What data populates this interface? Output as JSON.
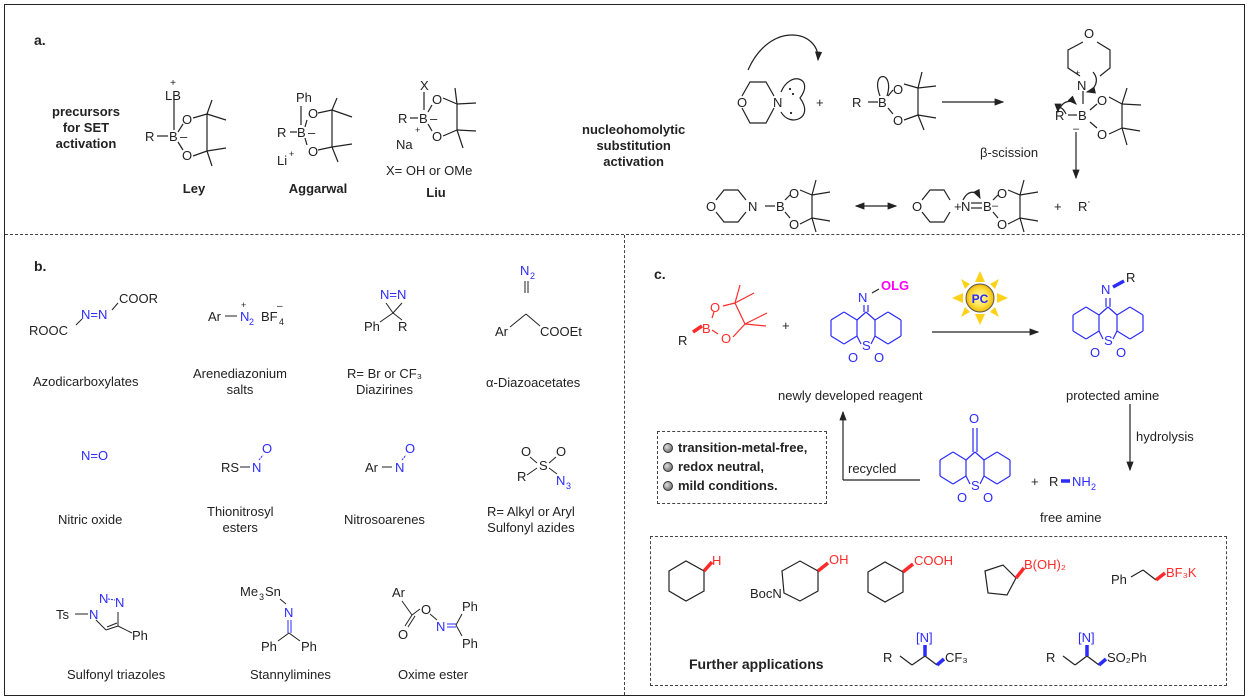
{
  "colors": {
    "ink": "#222222",
    "blue": "#2b2bff",
    "red": "#ff2b2b",
    "magenta": "#ff00ff",
    "sun": "#ffd21a"
  },
  "panel_a": {
    "label": "a.",
    "left_heading": [
      "precursors",
      "for SET",
      "activation"
    ],
    "precursors": [
      {
        "name": "Ley",
        "top": "LB",
        "charge_top": "+",
        "counter": ""
      },
      {
        "name": "Aggarwal",
        "top": "Ph",
        "counter": "Li",
        "counter_charge": "+"
      },
      {
        "name": "Liu",
        "top": "X",
        "counter": "Na",
        "counter_charge": "+",
        "note": "X= OH or OMe"
      }
    ],
    "right_heading": [
      "nucleohomolytic",
      "substitution",
      "activation"
    ],
    "step_label": "β-scission",
    "atoms": {
      "R": "R",
      "B": "B",
      "O": "O",
      "N": "N",
      "plus": "+",
      "minus": "–",
      "radical": "R˙"
    }
  },
  "panel_b": {
    "label": "b.",
    "reagents": [
      {
        "name": "Azodicarboxylates",
        "formula": "ROOC–N=N–COOR"
      },
      {
        "name": "Arenediazonium salts",
        "formula": "Ar–N2+ BF4–"
      },
      {
        "name": "Diazirines",
        "note": "R= Br or CF3"
      },
      {
        "name": "α-Diazoacetates",
        "formula": "Ar–C(=N2)–COOEt"
      },
      {
        "name": "Nitric oxide",
        "formula": "N=O"
      },
      {
        "name": "Thionitrosyl esters",
        "formula": "RS–N=O"
      },
      {
        "name": "Nitrosoarenes",
        "formula": "Ar–N=O"
      },
      {
        "name": "Sulfonyl azides",
        "note": "R= Alkyl or Aryl"
      },
      {
        "name": "Sulfonyl triazoles",
        "formula": "Ts–triazole–Ph"
      },
      {
        "name": "Stannylimines",
        "formula": "Me3Sn–N=CPh2"
      },
      {
        "name": "Oxime ester",
        "formula": "ArC(O)O–N=CPh2"
      }
    ],
    "name_lines": {
      "azo": "Azodicarboxylates",
      "arene1": "Arenediazonium",
      "arene2": "salts",
      "diaz1": "R= Br or CF₃",
      "diaz2": "Diazirines",
      "diazo": "α-Diazoacetates",
      "no": "Nitric oxide",
      "thio1": "Thionitrosyl",
      "thio2": "esters",
      "nitroso": "Nitrosoarenes",
      "sulf1": "R= Alkyl or Aryl",
      "sulf2": "Sulfonyl azides",
      "triaz": "Sulfonyl triazoles",
      "stann": "Stannylimines",
      "oxime": "Oxime ester"
    }
  },
  "panel_c": {
    "label": "c.",
    "reagent_caption": "newly developed reagent",
    "product_caption": "protected amine",
    "catalyst": "PC",
    "leaving_group": "OLG",
    "hydrolysis": "hydrolysis",
    "recycled": "recycled",
    "free_amine": "free amine",
    "features": [
      "transition-metal-free,",
      "redox neutral,",
      "mild conditions."
    ],
    "further_label": "Further applications",
    "applications": [
      {
        "substrate": "cyclohexane",
        "group": "H"
      },
      {
        "substrate": "N-Boc piperidine",
        "prefix": "BocN",
        "group": "OH"
      },
      {
        "substrate": "cyclohexane",
        "group": "COOH"
      },
      {
        "substrate": "cyclopentane",
        "group": "B(OH)₂"
      },
      {
        "substrate": "Ph-ethyl",
        "prefix": "Ph",
        "group": "BF₃K"
      },
      {
        "substrate": "R-CH2-CH([N])-CH2",
        "group": "CF₃",
        "amine": "[N]"
      },
      {
        "substrate": "R-CH2-CH([N])-CH2",
        "group": "SO₂Ph",
        "amine": "[N]"
      }
    ]
  }
}
